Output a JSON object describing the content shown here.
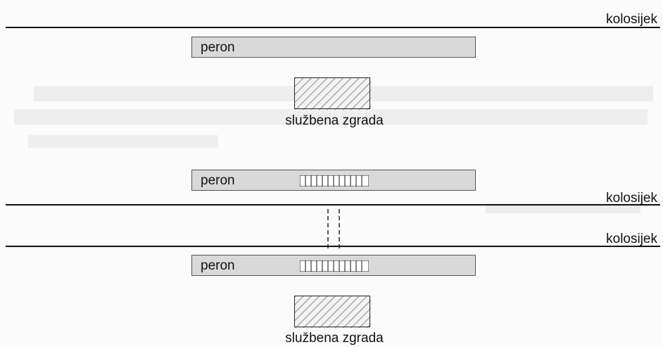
{
  "diagram": {
    "top_scheme": {
      "track_label": "kolosijek",
      "platform_label": "peron",
      "building_label": "službena zgrada"
    },
    "bottom_scheme": {
      "track_labels": [
        "kolosijek",
        "kolosijek"
      ],
      "platform_labels": [
        "peron",
        "peron"
      ],
      "building_label": "službena zgrada"
    }
  }
}
